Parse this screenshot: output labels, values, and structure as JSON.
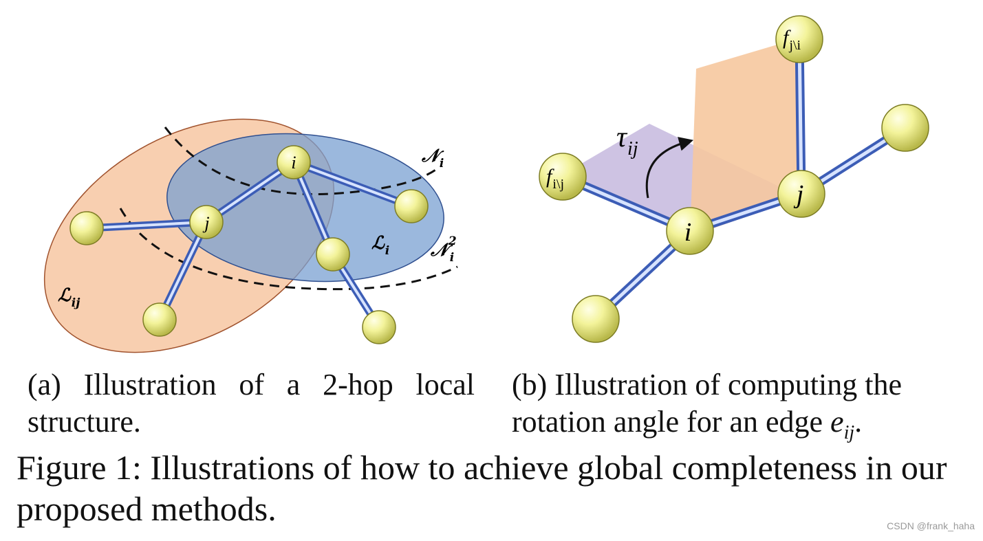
{
  "panel_a": {
    "labels": {
      "node_i": "i",
      "node_j": "j",
      "L_i_main": "ℒ",
      "L_i_sub": "i",
      "L_ij_main": "ℒ",
      "L_ij_sub": "ij",
      "N_i_main": "𝒩",
      "N_i_sub": "i",
      "N_i2_main": "𝒩",
      "N_i2_sub": "i",
      "N_i2_sup": "2"
    },
    "caption": "(a) Illustration of a 2-hop local structure."
  },
  "panel_b": {
    "labels": {
      "node_i": "i",
      "node_j": "j",
      "f_i_main": "f",
      "f_i_sub": "i\\j",
      "f_j_main": "f",
      "f_j_sub": "j\\i",
      "tau_main": "τ",
      "tau_sub": "ij"
    },
    "caption_prefix": "(b) Illustration of computing the rotation angle for an edge ",
    "caption_math": "e",
    "caption_math_sub": "ij",
    "caption_suffix": "."
  },
  "figure_caption": "Figure 1: Illustrations of how to achieve global completeness in our proposed methods.",
  "watermark": "CSDN @frank_haha",
  "colors": {
    "node_fill": "#f2f296",
    "node_stroke": "#8a8a2a",
    "edge": "#7f9ee0",
    "ellipse_orange": "#f8cfb0",
    "ellipse_orange_stroke": "#a0522d",
    "ellipse_blue": "#8fb0dc",
    "ellipse_blue_stroke": "#2f4f8f",
    "plane_purple": "#c9bde0",
    "plane_orange": "#f6c89e"
  }
}
